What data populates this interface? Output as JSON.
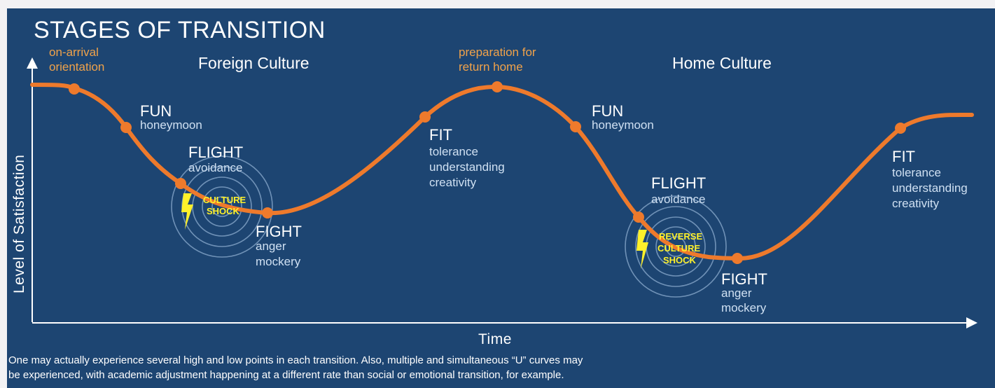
{
  "title": "STAGES OF TRANSITION",
  "y_axis_label": "Level of Satisfaction",
  "x_axis_label": "Time",
  "cultures": [
    "Foreign Culture",
    "Home Culture"
  ],
  "notes": [
    [
      "on-arrival",
      "orientation"
    ],
    [
      "preparation for",
      "return home"
    ]
  ],
  "stages": [
    {
      "name": "FUN",
      "lines": [
        "honeymoon"
      ]
    },
    {
      "name": "FLIGHT",
      "lines": [
        "avoidance"
      ]
    },
    {
      "name": "FIGHT",
      "lines": [
        "anger",
        "mockery"
      ]
    },
    {
      "name": "FIT",
      "lines": [
        "tolerance",
        "understanding",
        "creativity"
      ]
    },
    {
      "name": "FUN",
      "lines": [
        "honeymoon"
      ]
    },
    {
      "name": "FLIGHT",
      "lines": [
        "avoidance"
      ]
    },
    {
      "name": "FIGHT",
      "lines": [
        "anger",
        "mockery"
      ]
    },
    {
      "name": "FIT",
      "lines": [
        "tolerance",
        "understanding",
        "creativity"
      ]
    }
  ],
  "shocks": [
    [
      "CULTURE",
      "SHOCK"
    ],
    [
      "REVERSE",
      "CULTURE",
      "SHOCK"
    ]
  ],
  "footnote": [
    "One may actually experience several high and low points in each transition. Also, multiple and simultaneous “U” curves may",
    "be experienced, with academic adjustment happening at a different rate than social or emotional transition, for example."
  ],
  "colors": {
    "background": "#1d4572",
    "curve": "#ee7a2c",
    "note_text": "#f0a24a",
    "shock_text": "#fff12a",
    "stage_text": "#ffffff",
    "sub_text": "#cfe0f2"
  }
}
